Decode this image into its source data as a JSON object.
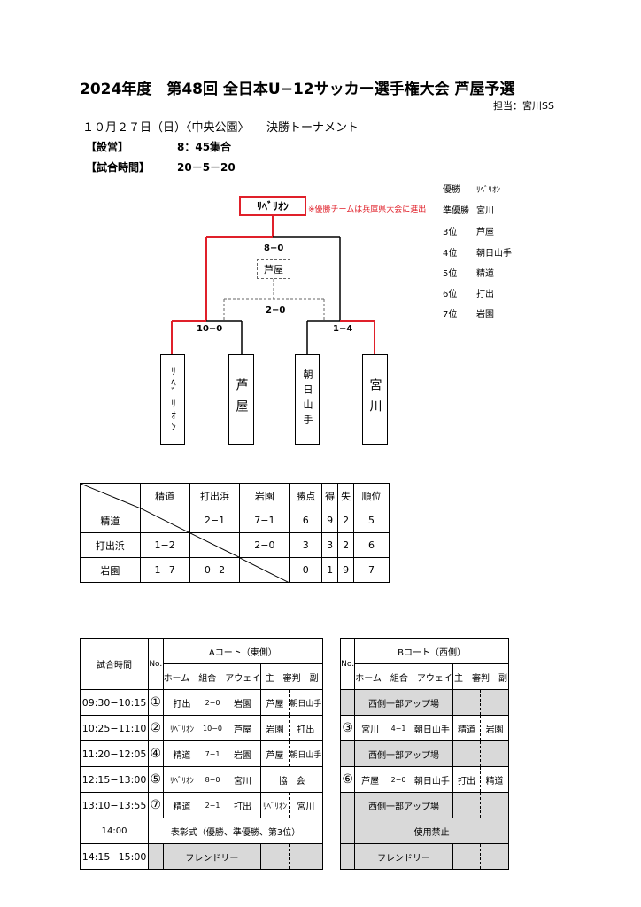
{
  "header": {
    "title": "2024年度　第48回 全日本U−12サッカー選手権大会 芦屋予選",
    "organizer": "担当：宮川SS",
    "dateline": "１０月２７日（日）〈中央公園〉　　決勝トーナメント",
    "setup_label": "【設営】",
    "setup_value": "8：45集合",
    "match_time_label": "【試合時間】",
    "match_time_value": "20－5－20"
  },
  "bracket": {
    "champion": "ﾘﾍﾞﾘｵﾝ",
    "champion_note": "※優勝チームは兵庫県大会に進出",
    "final_score": "8−0",
    "third_place": "芦屋",
    "third_place_score": "2−0",
    "semi_left_score": "10−0",
    "semi_right_score": "1−4",
    "teams": [
      "ﾘﾍﾞﾘｵﾝ",
      "芦屋",
      "朝日山手",
      "宮川"
    ]
  },
  "ranking": [
    {
      "pos": "優勝",
      "team": "ﾘﾍﾞﾘｵﾝ"
    },
    {
      "pos": "準優勝",
      "team": "宮川"
    },
    {
      "pos": "3位",
      "team": "芦屋"
    },
    {
      "pos": "4位",
      "team": "朝日山手"
    },
    {
      "pos": "5位",
      "team": "精道"
    },
    {
      "pos": "6位",
      "team": "打出"
    },
    {
      "pos": "7位",
      "team": "岩園"
    }
  ],
  "league": {
    "headers": [
      "精道",
      "打出浜",
      "岩園",
      "勝点",
      "得",
      "失",
      "順位"
    ],
    "rows": [
      {
        "team": "精道",
        "vs1": "",
        "vs2": "2−1",
        "vs3": "7−1",
        "pts": "6",
        "gf": "9",
        "ga": "2",
        "rank": "5"
      },
      {
        "team": "打出浜",
        "vs1": "1−2",
        "vs2": "",
        "vs3": "2−0",
        "pts": "3",
        "gf": "3",
        "ga": "2",
        "rank": "6"
      },
      {
        "team": "岩園",
        "vs1": "1−7",
        "vs2": "0−2",
        "vs3": "",
        "pts": "0",
        "gf": "1",
        "ga": "9",
        "rank": "7"
      }
    ]
  },
  "schedule": {
    "time_header": "試合時間",
    "no_header": "No.",
    "court_a": "Aコート（東側）",
    "court_b": "Bコート（西側）",
    "sub_header_a": "ホーム　組合　アウェイ",
    "sub_header_ref": "主　審判　副",
    "rows": [
      {
        "time": "09:30−10:15",
        "a_no": "①",
        "a_home": "打出",
        "a_score": "2−0",
        "a_away": "岩園",
        "a_ref1": "芦屋",
        "a_ref2": "朝日山手",
        "b_text": "西側一部アップ場"
      },
      {
        "time": "10:25−11:10",
        "a_no": "②",
        "a_home": "ﾘﾍﾞﾘｵﾝ",
        "a_score": "10−0",
        "a_away": "芦屋",
        "a_ref1": "岩園",
        "a_ref2": "打出",
        "b_no": "③",
        "b_home": "宮川",
        "b_score": "4−1",
        "b_away": "朝日山手",
        "b_ref1": "精道",
        "b_ref2": "岩園"
      },
      {
        "time": "11:20−12:05",
        "a_no": "④",
        "a_home": "精道",
        "a_score": "7−1",
        "a_away": "岩園",
        "a_ref1": "芦屋",
        "a_ref2": "朝日山手",
        "b_text": "西側一部アップ場"
      },
      {
        "time": "12:15−13:00",
        "a_no": "⑤",
        "a_home": "ﾘﾍﾞﾘｵﾝ",
        "a_score": "8−0",
        "a_away": "宮川",
        "a_ref_joint": "協　会",
        "b_no": "⑥",
        "b_home": "芦屋",
        "b_score": "2−0",
        "b_away": "朝日山手",
        "b_ref1": "打出",
        "b_ref2": "精道"
      },
      {
        "time": "13:10−13:55",
        "a_no": "⑦",
        "a_home": "精道",
        "a_score": "2−1",
        "a_away": "打出",
        "a_ref1": "ﾘﾍﾞﾘｵﾝ",
        "a_ref2": "宮川",
        "b_text": "西側一部アップ場"
      }
    ],
    "ceremony_time": "14:00",
    "ceremony_text": "表彰式（優勝、準優勝、第3位）",
    "ceremony_b": "使用禁止",
    "friendly_time": "14:15−15:00",
    "friendly_text": "フレンドリー",
    "friendly_b": "フレンドリー"
  }
}
